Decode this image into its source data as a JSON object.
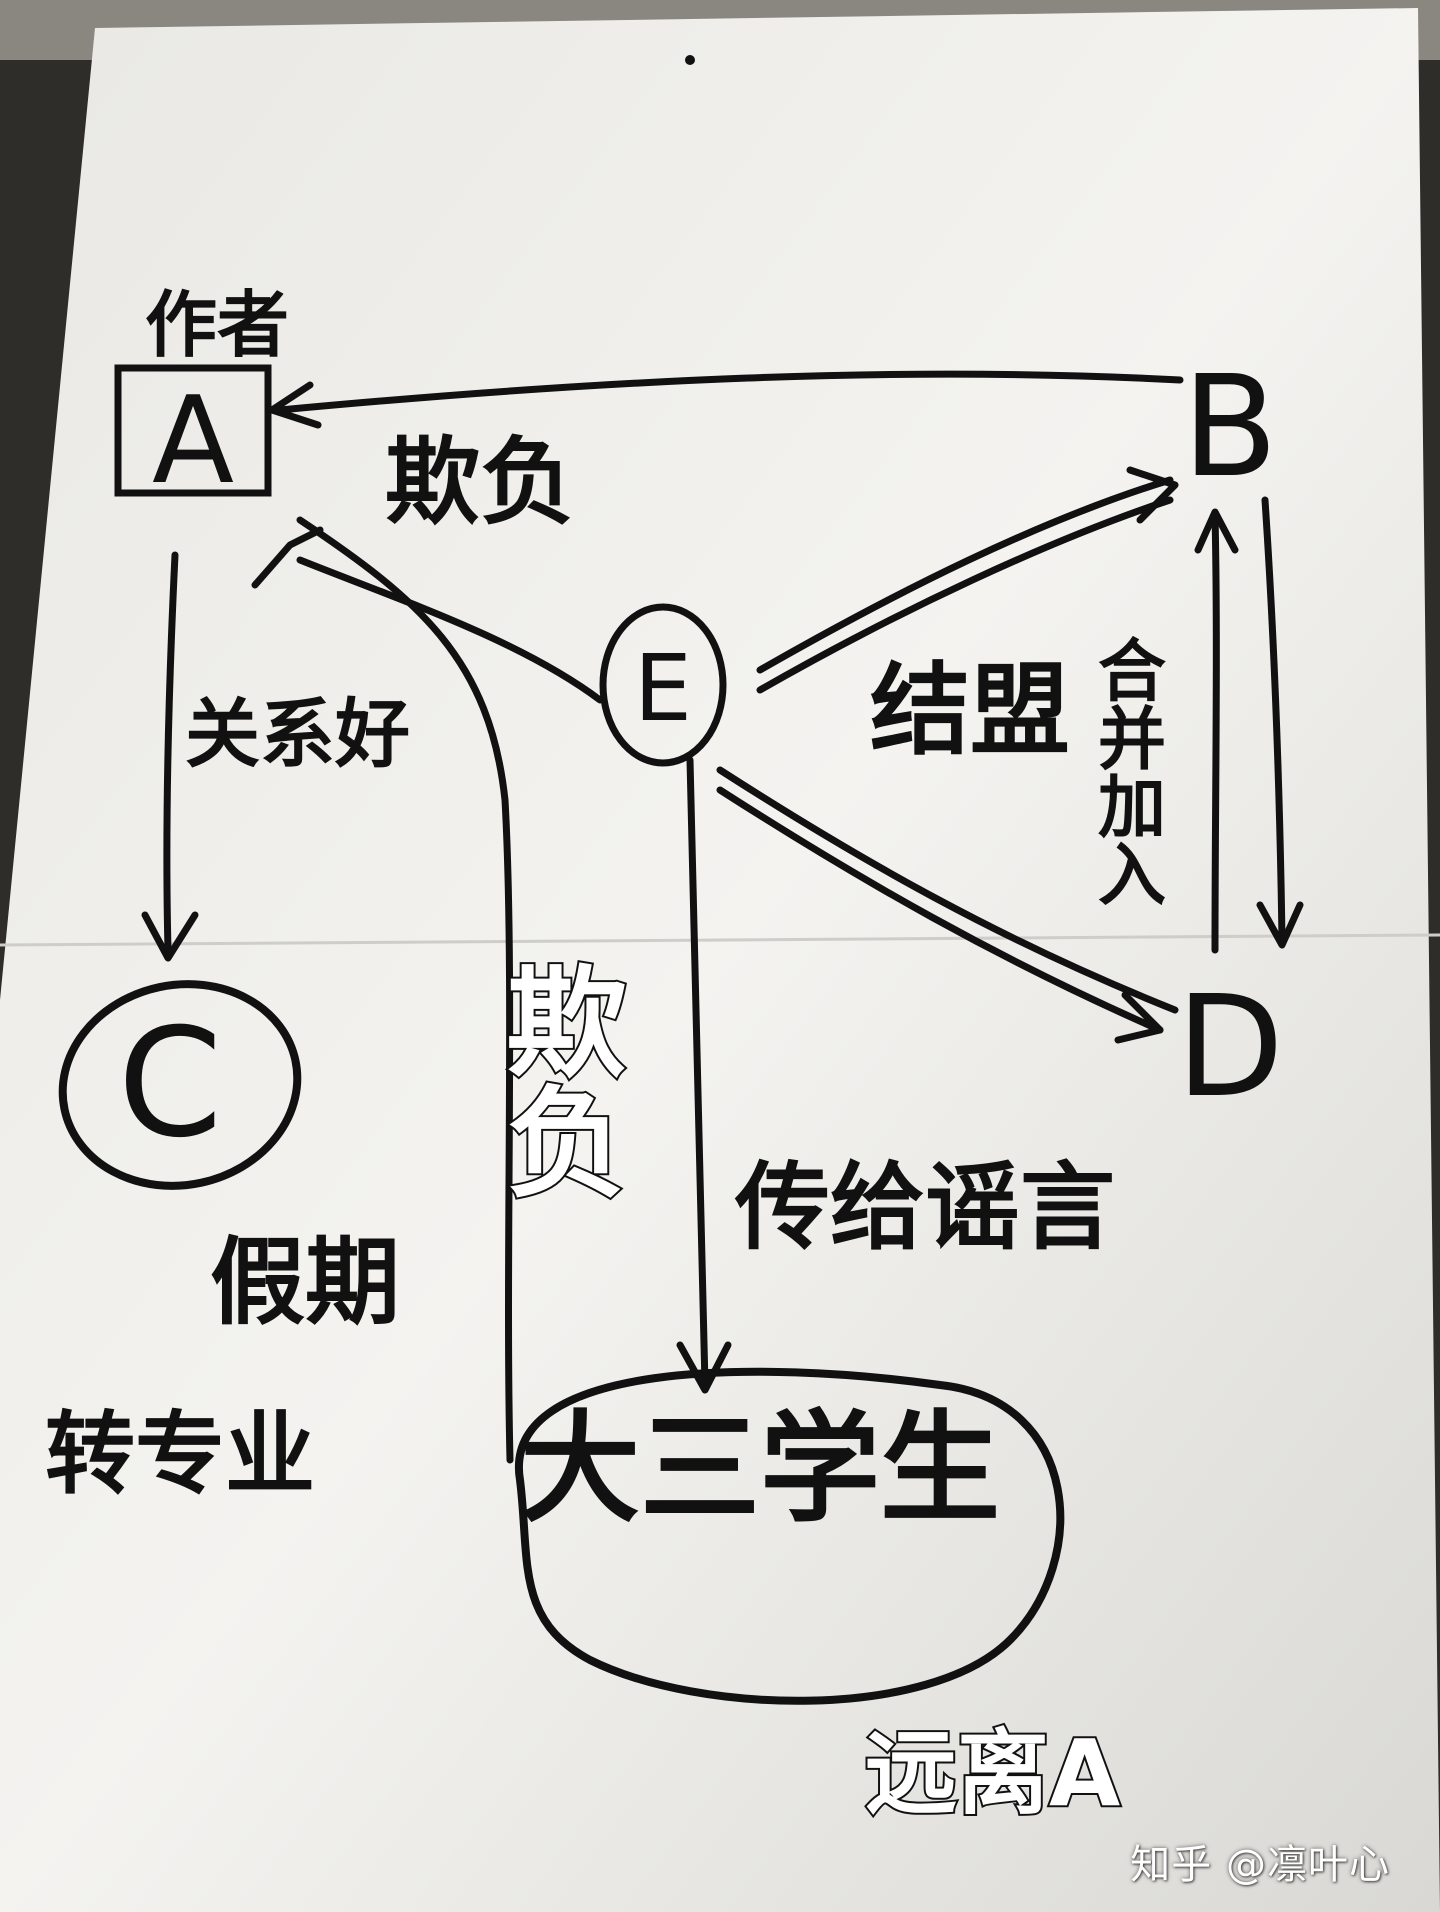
{
  "diagram": {
    "nodes": {
      "a": {
        "label": "A",
        "caption": "作者"
      },
      "b": {
        "label": "B"
      },
      "e": {
        "label": "E"
      },
      "d": {
        "label": "D"
      },
      "c": {
        "label": "C"
      },
      "students": {
        "label": "大三学生"
      }
    },
    "edges": {
      "b_to_a": "欺负",
      "a_to_c": "关系好",
      "e_to_b": "结盟",
      "b_d_merge": "合并加入",
      "e_to_students": "传给谣言",
      "e_to_a_tag": "欺负"
    },
    "notes": {
      "c_note_1": "假期",
      "c_note_2": "转专业",
      "students_note": "远离A"
    }
  },
  "watermark": {
    "text": "知乎 @凛叶心"
  },
  "colors": {
    "ink": "#111111",
    "paper": "#f2f1ee",
    "background": "#2f2d2a"
  }
}
